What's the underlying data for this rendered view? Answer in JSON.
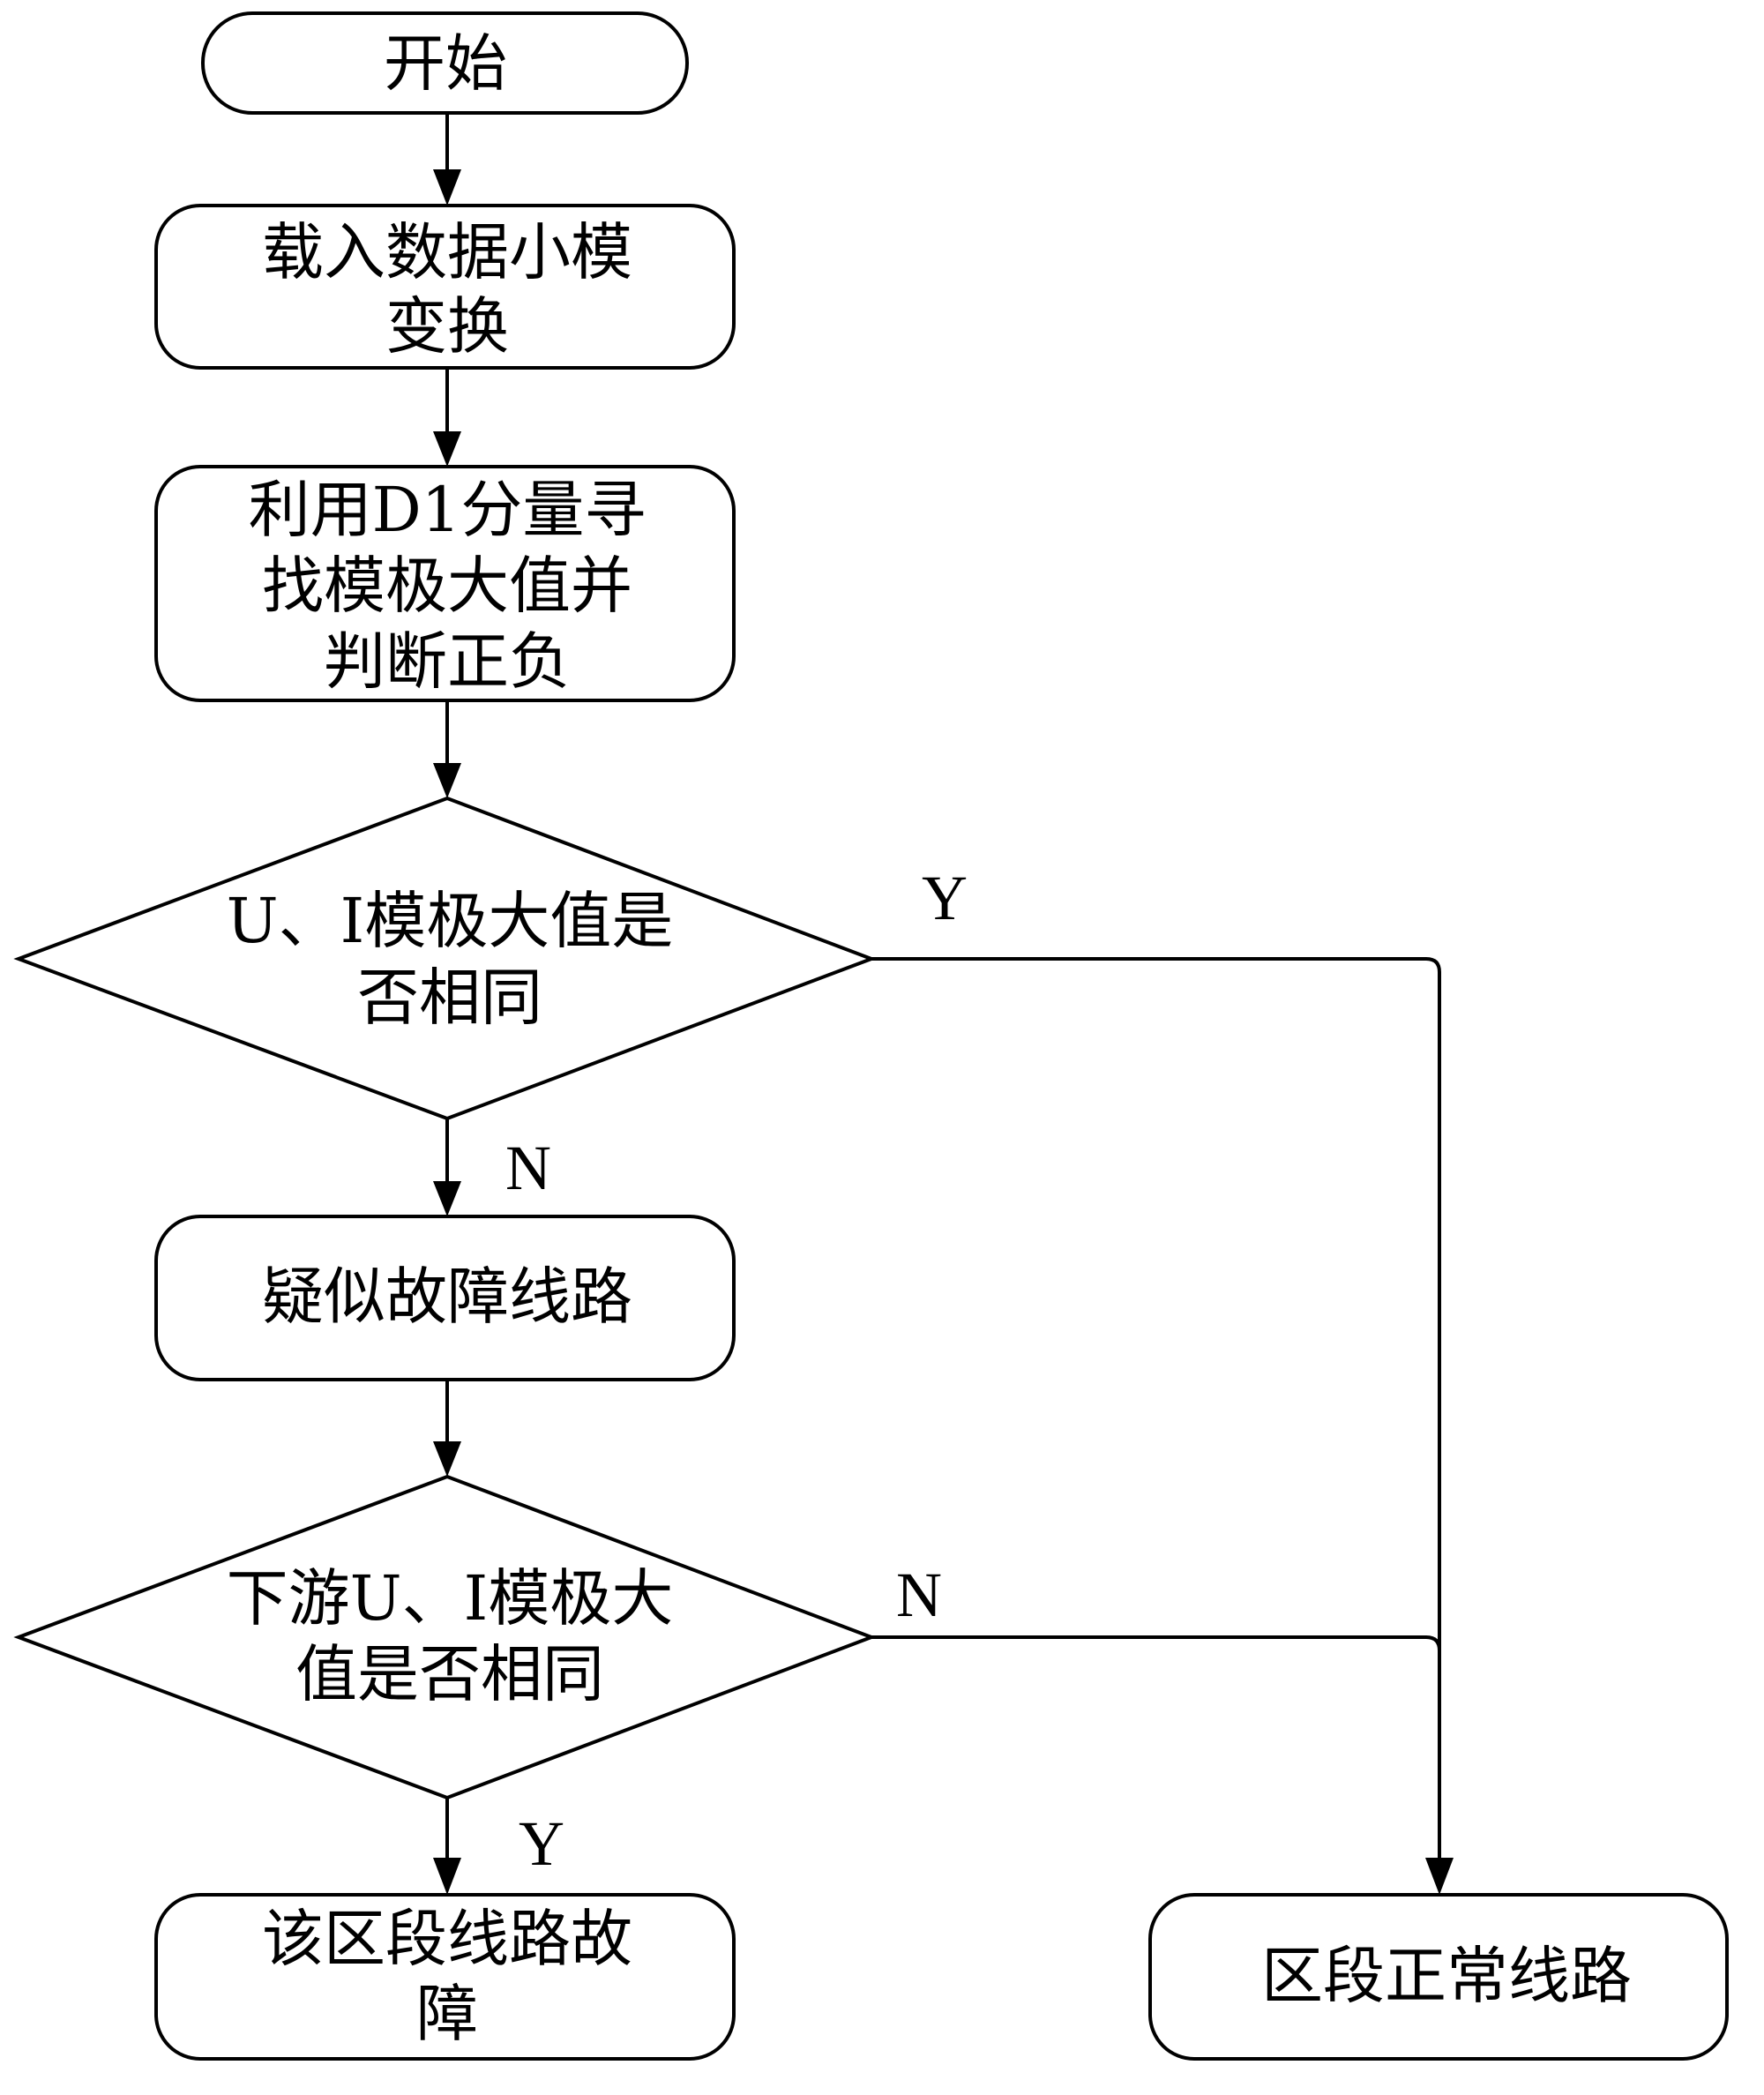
{
  "flowchart": {
    "nodes": {
      "start": {
        "type": "terminal",
        "lines": [
          "开始"
        ]
      },
      "load": {
        "type": "process",
        "lines": [
          "载入数据小模",
          "变换"
        ]
      },
      "find": {
        "type": "process",
        "lines": [
          "利用D1分量寻",
          "找模极大值并",
          "判断正负"
        ]
      },
      "decision1": {
        "type": "decision",
        "lines": [
          "U、I模极大值是",
          "否相同"
        ]
      },
      "suspect": {
        "type": "process",
        "lines": [
          "疑似故障线路"
        ]
      },
      "decision2": {
        "type": "decision",
        "lines": [
          "下游U、I模极大",
          "值是否相同"
        ]
      },
      "fault": {
        "type": "process",
        "lines": [
          "该区段线路故",
          "障"
        ]
      },
      "normal": {
        "type": "process",
        "lines": [
          "区段正常线路"
        ]
      }
    },
    "edges": [
      {
        "from": "start",
        "to": "load",
        "label": ""
      },
      {
        "from": "load",
        "to": "find",
        "label": ""
      },
      {
        "from": "find",
        "to": "decision1",
        "label": ""
      },
      {
        "from": "decision1",
        "to": "suspect",
        "label": "N"
      },
      {
        "from": "decision1",
        "to": "normal",
        "label": "Y"
      },
      {
        "from": "suspect",
        "to": "decision2",
        "label": ""
      },
      {
        "from": "decision2",
        "to": "fault",
        "label": "Y"
      },
      {
        "from": "decision2",
        "to": "normal",
        "label": "N"
      }
    ],
    "branch_labels": {
      "d1_yes": "Y",
      "d1_no": "N",
      "d2_no": "N",
      "d2_yes": "Y"
    }
  }
}
